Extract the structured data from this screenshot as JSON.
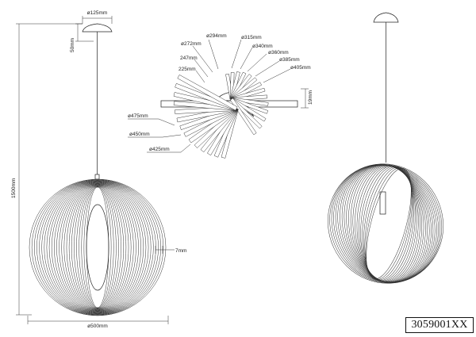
{
  "model_number": "3059001XX",
  "front_view": {
    "canopy_diameter": "ø125mm",
    "canopy_height": "50mm",
    "total_height": "1500mm",
    "shade_diameter": "ø500mm",
    "ring_width": "7mm"
  },
  "exploded_view": {
    "ring_diameters_upper": [
      "ø294mm",
      "ø315mm",
      "ø272mm",
      "ø340mm",
      "247mm",
      "ø360mm",
      "ø385mm",
      "225mm",
      "ø405mm"
    ],
    "ring_diameters_lower": [
      "ø475mm",
      "ø450mm",
      "ø425mm"
    ],
    "hub_height": "19mm"
  }
}
